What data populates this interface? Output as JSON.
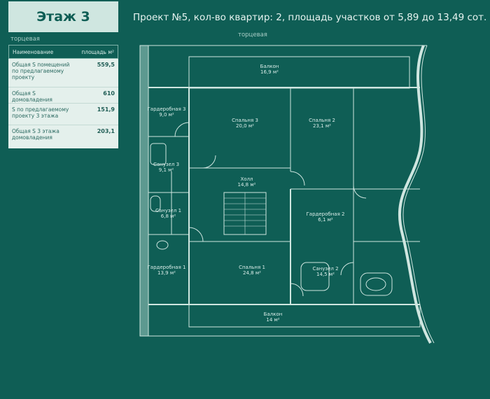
{
  "header": {
    "floor_label": "Этаж 3",
    "project_title": "Проект №5, кол-во квартир: 2, площадь участков от 5,89 до 13,49 сот."
  },
  "side_labels": {
    "left": "торцевая",
    "top": "торцевая"
  },
  "area_table": {
    "col_name": "Наименование",
    "col_area": "площадь м²",
    "rows": [
      {
        "label": "Общая S помещений по предлагаемому проекту",
        "value": "559,5"
      },
      {
        "label": "Общая S домовладения",
        "value": "610"
      },
      {
        "label": "S по предлагаемому проекту 3 этажа",
        "value": "151,9"
      },
      {
        "label": "Общая S 3 этажа домовладения",
        "value": "203,1"
      }
    ]
  },
  "rooms": [
    {
      "name": "Балкон",
      "area": "16,9 м²"
    },
    {
      "name": "Гардеробная 3",
      "area": "9,0 м²"
    },
    {
      "name": "Спальня 3",
      "area": "20,0 м²"
    },
    {
      "name": "Спальня 2",
      "area": "23,1 м²"
    },
    {
      "name": "Санузел 3",
      "area": "9,1 м²"
    },
    {
      "name": "Холл",
      "area": "14,8 м²"
    },
    {
      "name": "Санузел 1",
      "area": "6,8 м²"
    },
    {
      "name": "Гардеробная 2",
      "area": "6,1 м²"
    },
    {
      "name": "Гардеробная 1",
      "area": "13,9 м²"
    },
    {
      "name": "Спальня 1",
      "area": "24,8 м²"
    },
    {
      "name": "Санузел 2",
      "area": "14,5 м²"
    },
    {
      "name": "Балкон",
      "area": "14 м²"
    }
  ]
}
